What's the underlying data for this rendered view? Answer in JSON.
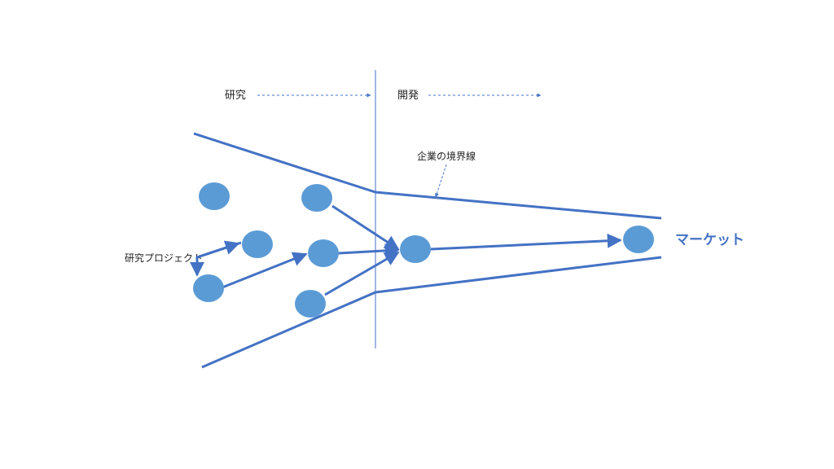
{
  "labels": {
    "research_phase": "研究",
    "development_phase": "開発",
    "company_boundary": "企業の境界線",
    "research_projects": "研究プロジェクト",
    "market": "マーケット"
  },
  "colors": {
    "line": "#4472c4",
    "node": "#5b9bd5",
    "divider": "#4472c4",
    "text": "#222222"
  }
}
